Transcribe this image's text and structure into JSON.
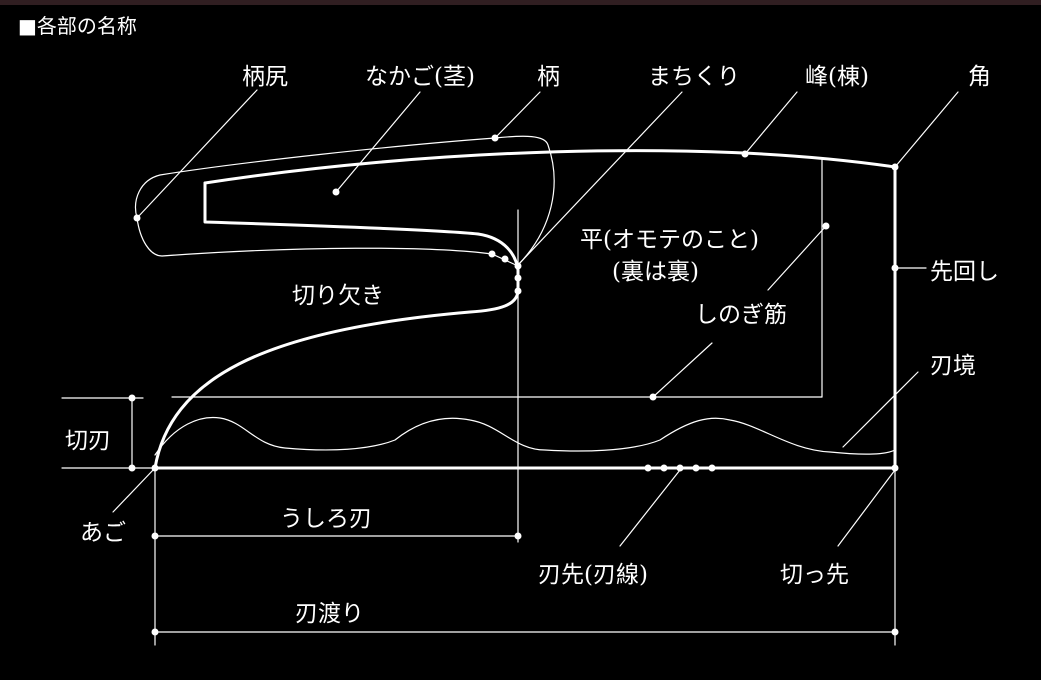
{
  "title": "■各部の名称",
  "labels": {
    "tsukajiri": "柄尻",
    "nakago": "なかご(茎)",
    "tsuka": "柄",
    "machikuri": "まちくり",
    "mine": "峰(棟)",
    "kado": "角",
    "hira": "平(オモテのこと)",
    "ura": "(裏は裏)",
    "sakimawashi": "先回し",
    "shinogi": "しのぎ筋",
    "kirikaki": "切り欠き",
    "hazakai": "刃境",
    "kiriha": "切刃",
    "ago": "あご",
    "ushiroba": "うしろ刃",
    "hasaki": "刃先(刃線)",
    "kissaki": "切っ先",
    "hawatari": "刃渡り"
  },
  "colors": {
    "background": "#000000",
    "line": "#ffffff",
    "top_band": "#301e21"
  }
}
